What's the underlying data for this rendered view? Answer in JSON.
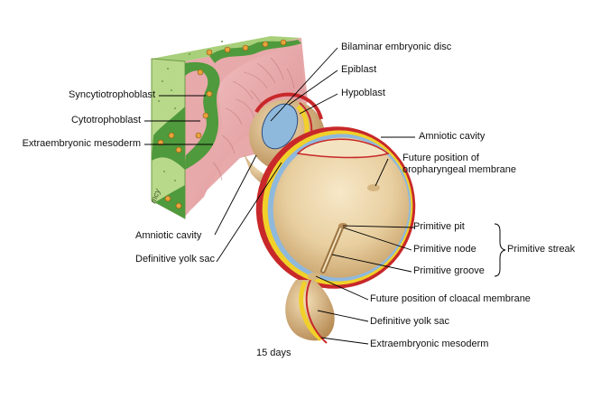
{
  "labels": {
    "syncytiotrophoblast": "Syncytiotrophoblast",
    "cytotrophoblast": "Cytotrophoblast",
    "extraembryonic_mesoderm_left": "Extraembryonic mesoderm",
    "bilaminar_disc": "Bilaminar embryonic disc",
    "epiblast": "Epiblast",
    "hypoblast": "Hypoblast",
    "amniotic_cavity_right": "Amniotic cavity",
    "future_oropharyngeal_line1": "Future position of",
    "future_oropharyngeal_line2": "oropharyngeal membrane",
    "primitive_pit": "Primitive pit",
    "primitive_node": "Primitive node",
    "primitive_groove": "Primitive groove",
    "primitive_streak": "Primitive streak",
    "future_cloacal": "Future position of cloacal membrane",
    "definitive_yolk_sac_right": "Definitive yolk sac",
    "extraembryonic_mesoderm_right": "Extraembryonic mesoderm",
    "amniotic_cavity_left": "Amniotic cavity",
    "definitive_yolk_sac_left": "Definitive yolk sac",
    "stage": "15 days",
    "signature": "mcy"
  },
  "colors": {
    "trophoblast_green": "#b9d98a",
    "cytotrophoblast_green": "#4f9a3c",
    "mesoderm_pink": "#e9a3a6",
    "epiblast_blue": "#8fb8dd",
    "hypoblast_yellow": "#f1d02a",
    "red_layer": "#c8282a",
    "embryo_tan": "#e8cfa0"
  }
}
